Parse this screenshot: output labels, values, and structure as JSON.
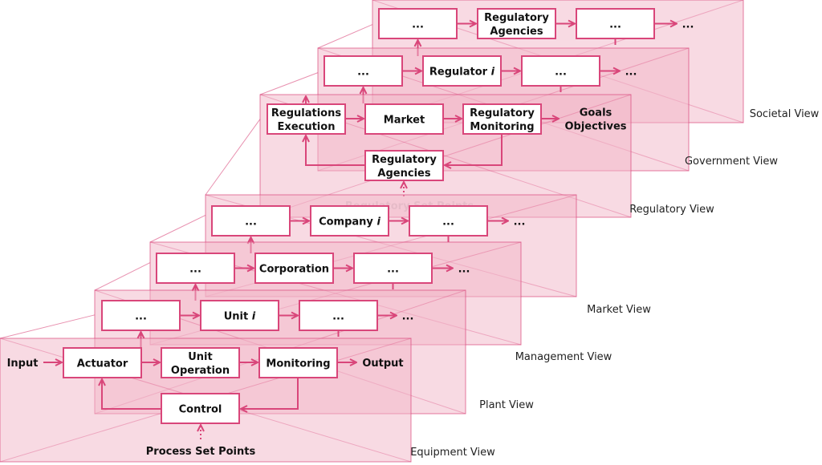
{
  "colors": {
    "accent": "#d9467a",
    "panel_fill": "#f2b6c8",
    "box_fill": "#ffffff"
  },
  "layers": [
    {
      "view": "Societal View",
      "boxes": [
        "...",
        "Regulatory\nAgencies",
        "..."
      ],
      "tail": "..."
    },
    {
      "view": "Government View",
      "boxes": [
        "...",
        "Regulator i",
        "..."
      ],
      "tail": "..."
    },
    {
      "view": "Regulatory View",
      "boxes": [
        "Regulations\nExecution",
        "Market",
        "Regulatory\nMonitoring",
        "Regulatory\nAgencies"
      ],
      "tail": "Goals\nObjectives",
      "setpoints": "Regulatory Set Points"
    },
    {
      "view": "Market View",
      "boxes": [
        "...",
        "Company i",
        "..."
      ],
      "tail": "..."
    },
    {
      "view": "Management View",
      "boxes": [
        "...",
        "Corporation",
        "..."
      ],
      "tail": "..."
    },
    {
      "view": "Plant View",
      "boxes": [
        "...",
        "Unit i",
        "..."
      ],
      "tail": "..."
    },
    {
      "view": "Equipment View",
      "boxes": [
        "Actuator",
        "Unit\nOperation",
        "Monitoring",
        "Control"
      ],
      "head": "Input",
      "tail": "Output",
      "setpoints": "Process Set Points"
    }
  ]
}
